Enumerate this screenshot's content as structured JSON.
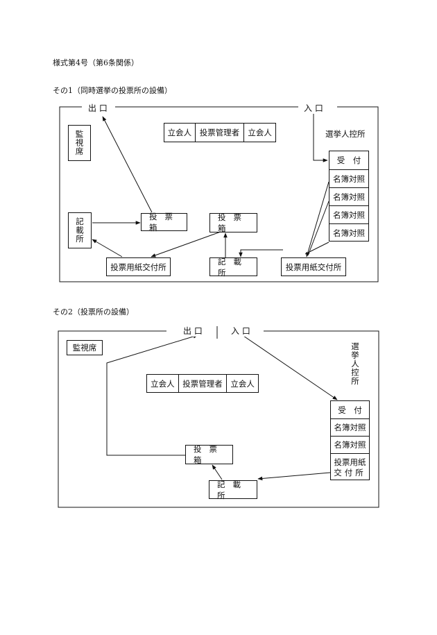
{
  "form_title": "様式第4号（第6条関係）",
  "diagram1": {
    "caption": "その1（同時選挙の投票所の設備）",
    "exit_label": "出 口",
    "entrance_label": "入 口",
    "monitor_seat": "監視席",
    "staff_box": [
      "立会人",
      "投票管理者",
      "立会人"
    ],
    "voter_waiting_area": "選挙人控所",
    "reception_stack": [
      "受　付",
      "名簿対照",
      "名簿対照",
      "名簿対照",
      "名簿対照"
    ],
    "ballot_box_left": "投票箱",
    "ballot_box_right": "投票箱",
    "writing_booth_left": "記載所",
    "writing_booth_center": "記載所",
    "ballot_issue_left": "投票用紙交付所",
    "ballot_issue_right": "投票用紙交付所"
  },
  "diagram2": {
    "caption": "その2（投票所の設備）",
    "exit_label": "出 口",
    "entrance_label": "入 口",
    "monitor_seat": "監視席",
    "staff_box": [
      "立会人",
      "投票管理者",
      "立会人"
    ],
    "voter_waiting_area": "選挙人控所",
    "reception_stack": [
      "受　付",
      "名簿対照",
      "名簿対照"
    ],
    "ballot_issue_line1": "投票用紙",
    "ballot_issue_line2": "交付所",
    "ballot_box": "投票箱",
    "writing_booth": "記載所"
  }
}
